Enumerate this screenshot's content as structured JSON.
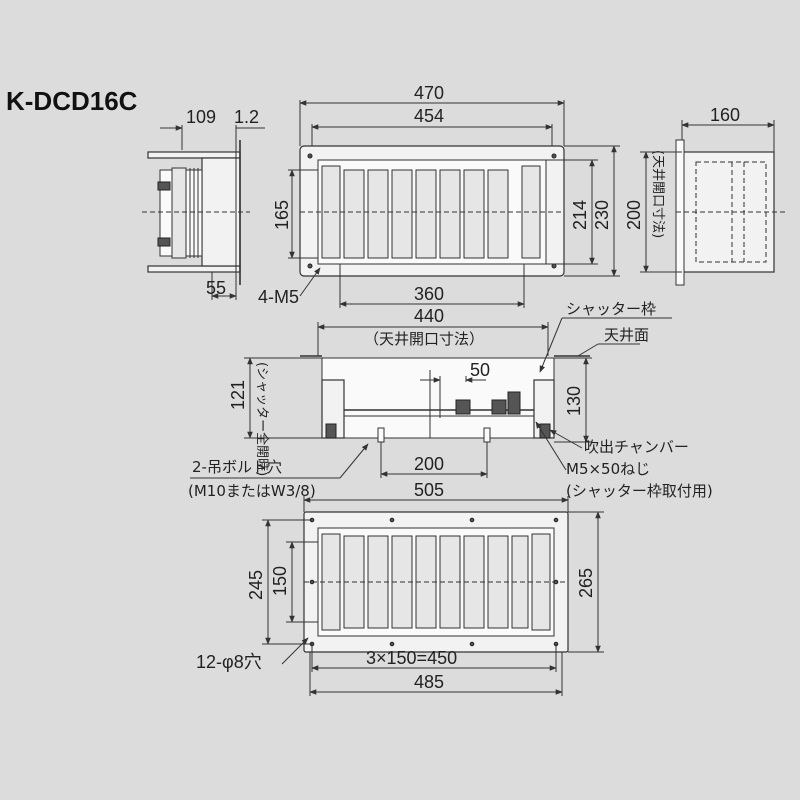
{
  "title": "K-DCD16C",
  "side_view": {
    "dims": {
      "d109": "109",
      "d1_2": "1.2",
      "d55": "55"
    }
  },
  "front_view": {
    "dims": {
      "d470": "470",
      "d454": "454",
      "d165": "165",
      "d214": "214",
      "d230": "230",
      "d360": "360"
    },
    "label_m5": "4-M5"
  },
  "right_view": {
    "dims": {
      "d160": "160",
      "d200": "200"
    },
    "label_opening": "(天井開口寸法)"
  },
  "section_view": {
    "dims": {
      "d440": "440",
      "d50": "50",
      "d121": "121",
      "d130": "130",
      "d200": "200"
    },
    "label_opening": "（天井開口寸法）",
    "label_shutter_open": "(シャッター全開時)",
    "callouts": {
      "shutter_frame": "シャッター枠",
      "ceiling_surface": "天井面",
      "outlet_chamber": "吹出チャンバー",
      "screw": "M5×50ねじ",
      "screw_note": "(シャッター枠取付用)",
      "bolt_holes": "2-吊ボルト穴",
      "bolt_note": "(M10またはW3/8)"
    }
  },
  "bottom_view": {
    "dims": {
      "d505": "505",
      "d245": "245",
      "d150": "150",
      "d265": "265",
      "d3x150": "3×150=450",
      "d485": "485"
    },
    "label_holes": "12-φ8穴"
  }
}
